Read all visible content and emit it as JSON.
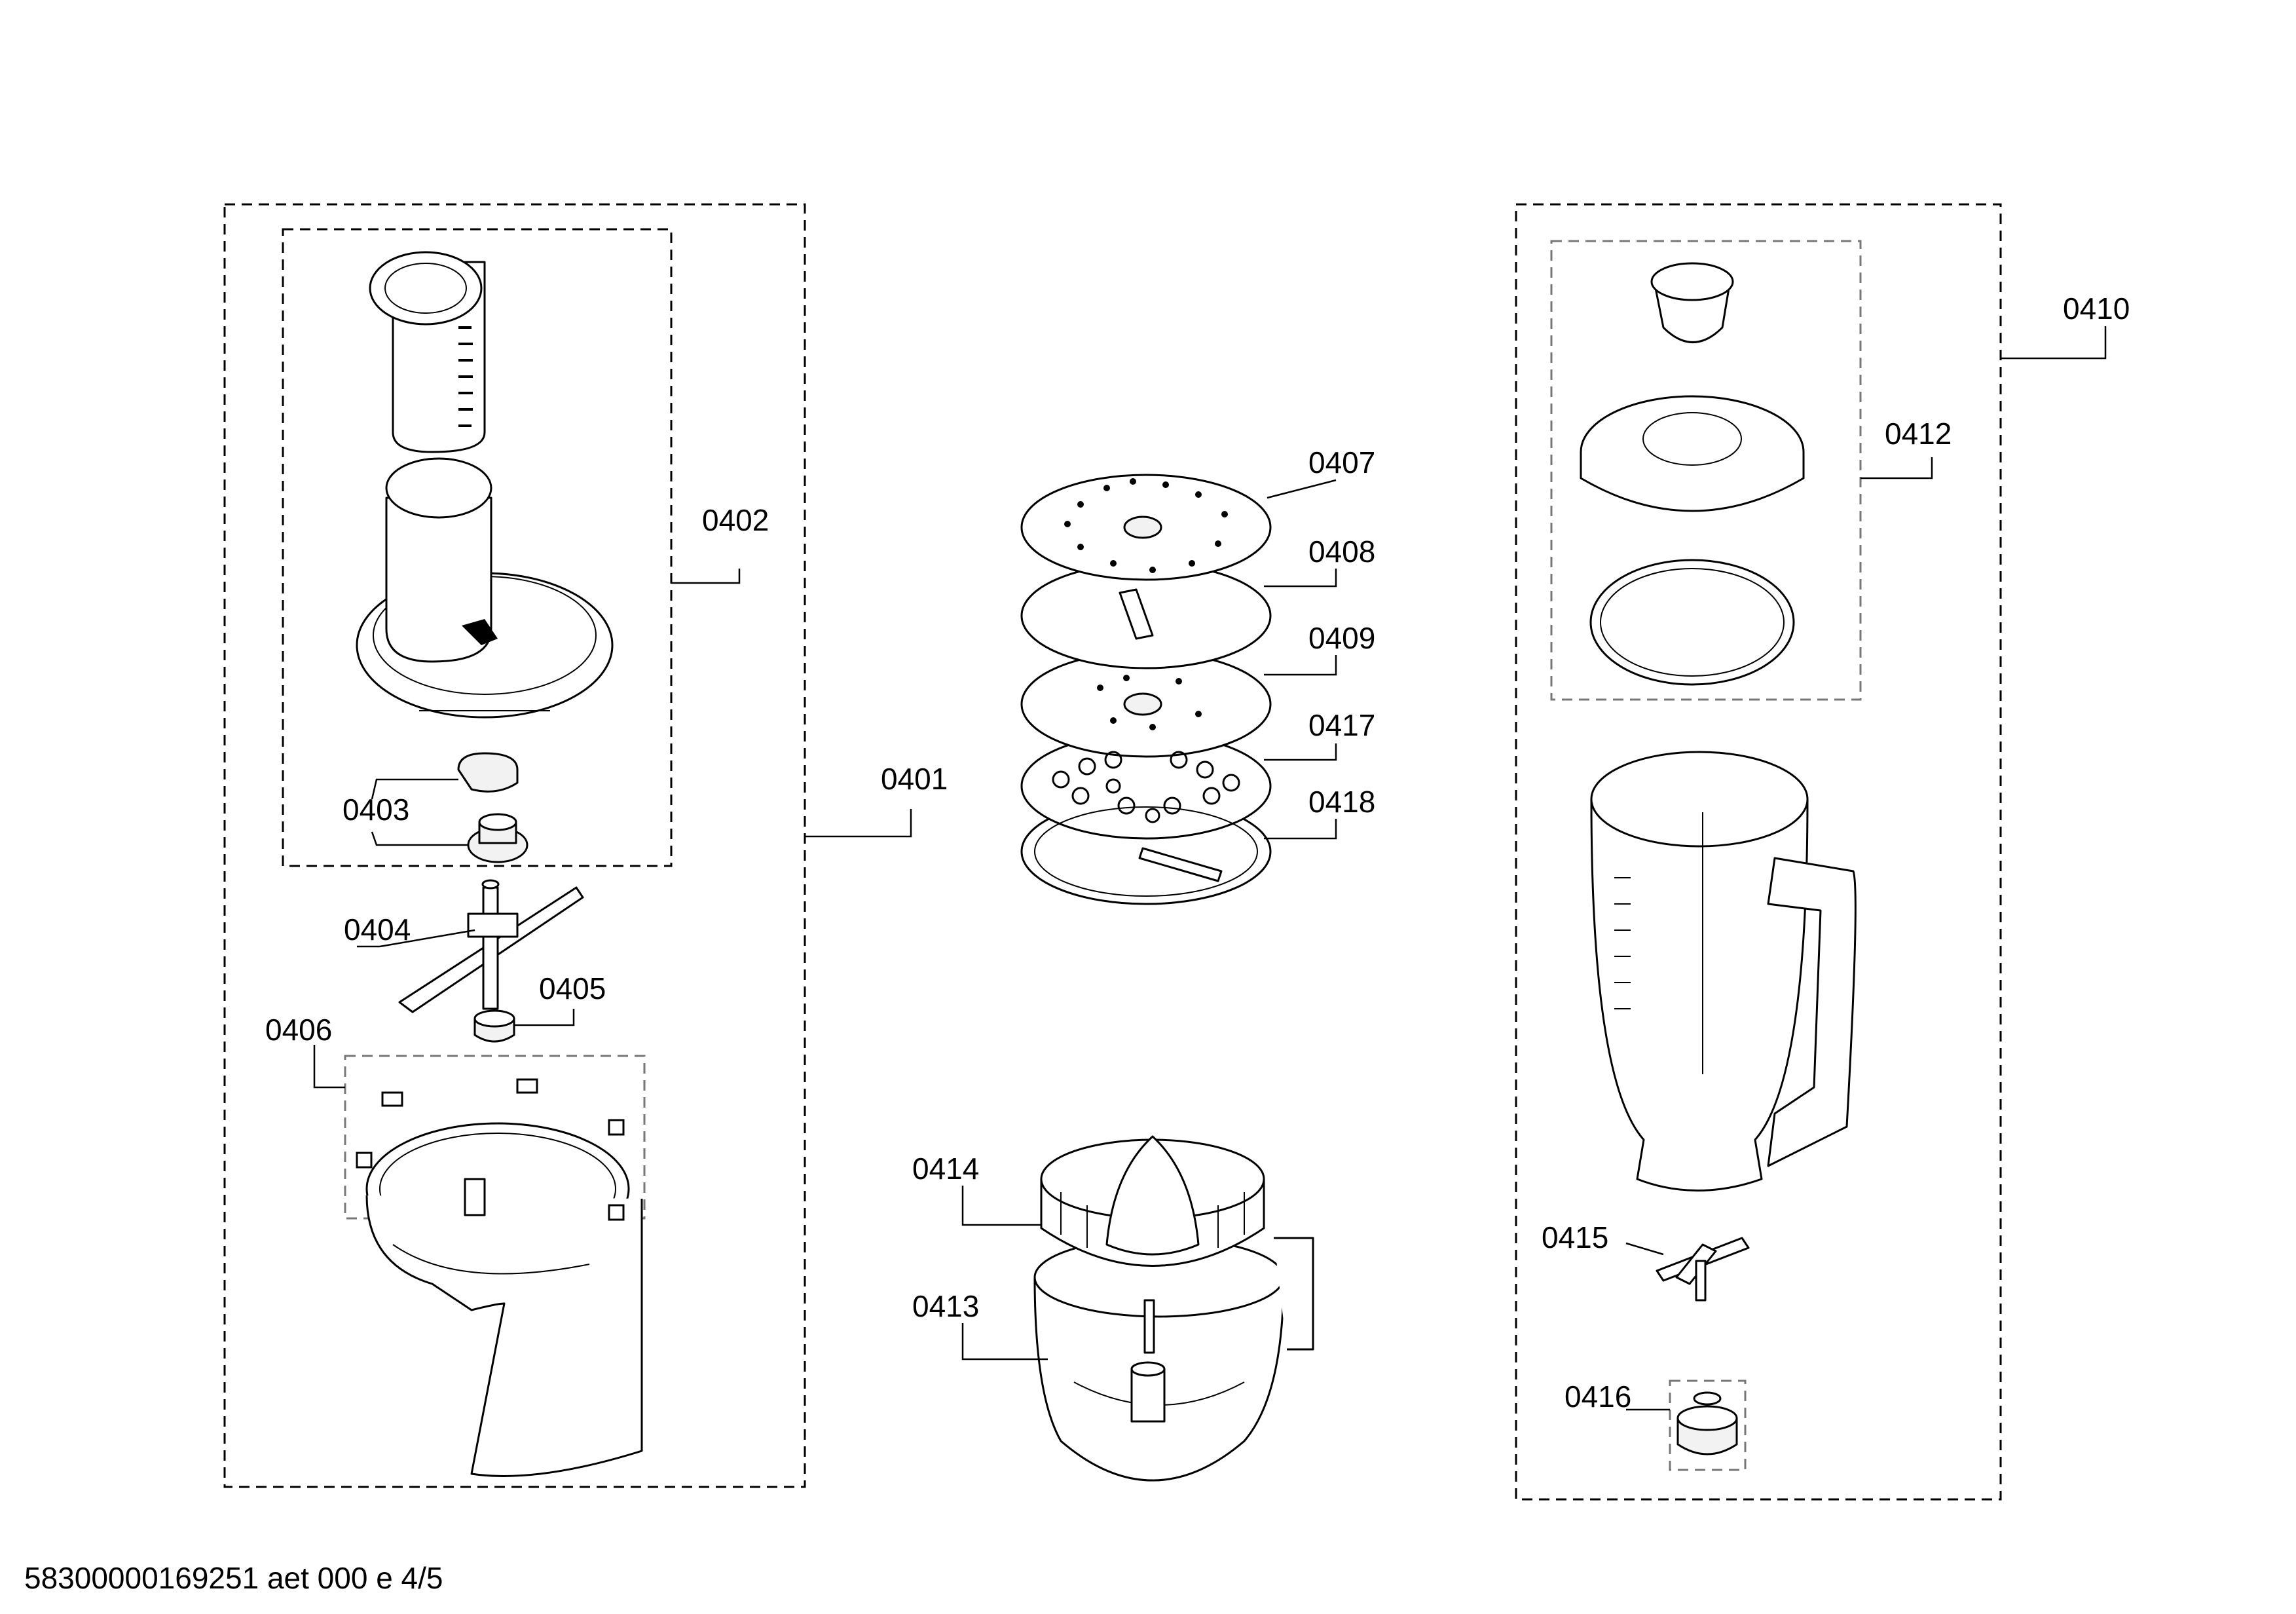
{
  "diagram": {
    "groups": [
      {
        "id": "0401",
        "label": "0401"
      },
      {
        "id": "0402",
        "label": "0402"
      },
      {
        "id": "0406",
        "label": "0406"
      },
      {
        "id": "0410",
        "label": "0410"
      },
      {
        "id": "0412",
        "label": "0412"
      },
      {
        "id": "0416",
        "label": "0416"
      }
    ],
    "parts": [
      {
        "id": "0403",
        "label": "0403"
      },
      {
        "id": "0404",
        "label": "0404"
      },
      {
        "id": "0405",
        "label": "0405"
      },
      {
        "id": "0407",
        "label": "0407"
      },
      {
        "id": "0408",
        "label": "0408"
      },
      {
        "id": "0409",
        "label": "0409"
      },
      {
        "id": "0413",
        "label": "0413"
      },
      {
        "id": "0414",
        "label": "0414"
      },
      {
        "id": "0415",
        "label": "0415"
      },
      {
        "id": "0417",
        "label": "0417"
      },
      {
        "id": "0418",
        "label": "0418"
      }
    ]
  },
  "footer": {
    "text": "58300000169251 aet 000 e 4/5"
  }
}
